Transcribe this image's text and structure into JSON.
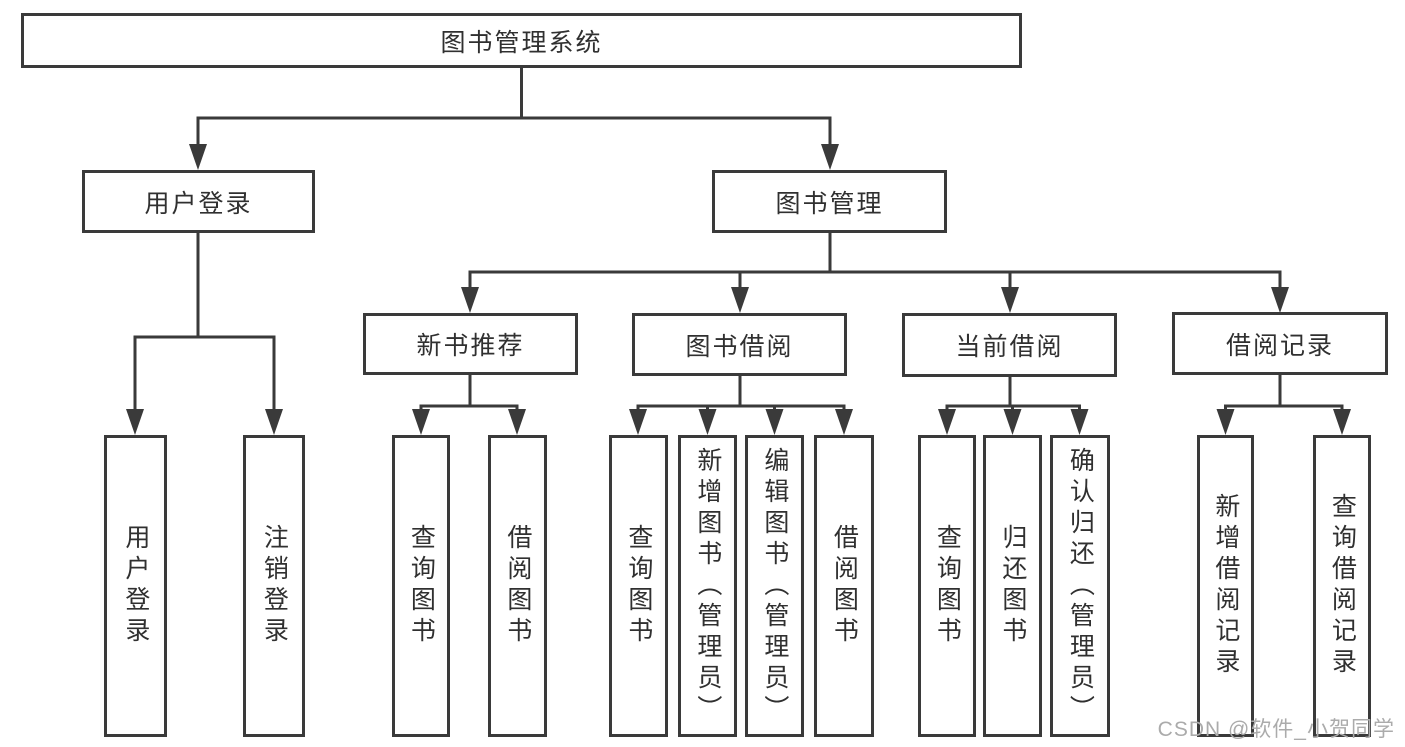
{
  "tree": {
    "label": "图书管理系统",
    "children": [
      {
        "label": "用户登录",
        "children": [
          {
            "label": "用户登录"
          },
          {
            "label": "注销登录"
          }
        ]
      },
      {
        "label": "图书管理",
        "children": [
          {
            "label": "新书推荐",
            "children": [
              {
                "label": "查询图书"
              },
              {
                "label": "借阅图书"
              }
            ]
          },
          {
            "label": "图书借阅",
            "children": [
              {
                "label": "查询图书"
              },
              {
                "label": "新增图书（管理员）"
              },
              {
                "label": "编辑图书（管理员）"
              },
              {
                "label": "借阅图书"
              }
            ]
          },
          {
            "label": "当前借阅",
            "children": [
              {
                "label": "查询图书"
              },
              {
                "label": "归还图书"
              },
              {
                "label": "确认归还（管理员）"
              }
            ]
          },
          {
            "label": "借阅记录",
            "children": [
              {
                "label": "新增借阅记录"
              },
              {
                "label": "查询借阅记录"
              }
            ]
          }
        ]
      }
    ]
  },
  "watermark": {
    "text": "CSDN @软件_小贺同学"
  },
  "colors": {
    "line": "#3a3a3a",
    "box_border": "#3a3a3a",
    "text": "#303030",
    "watermark": "#ababab"
  }
}
